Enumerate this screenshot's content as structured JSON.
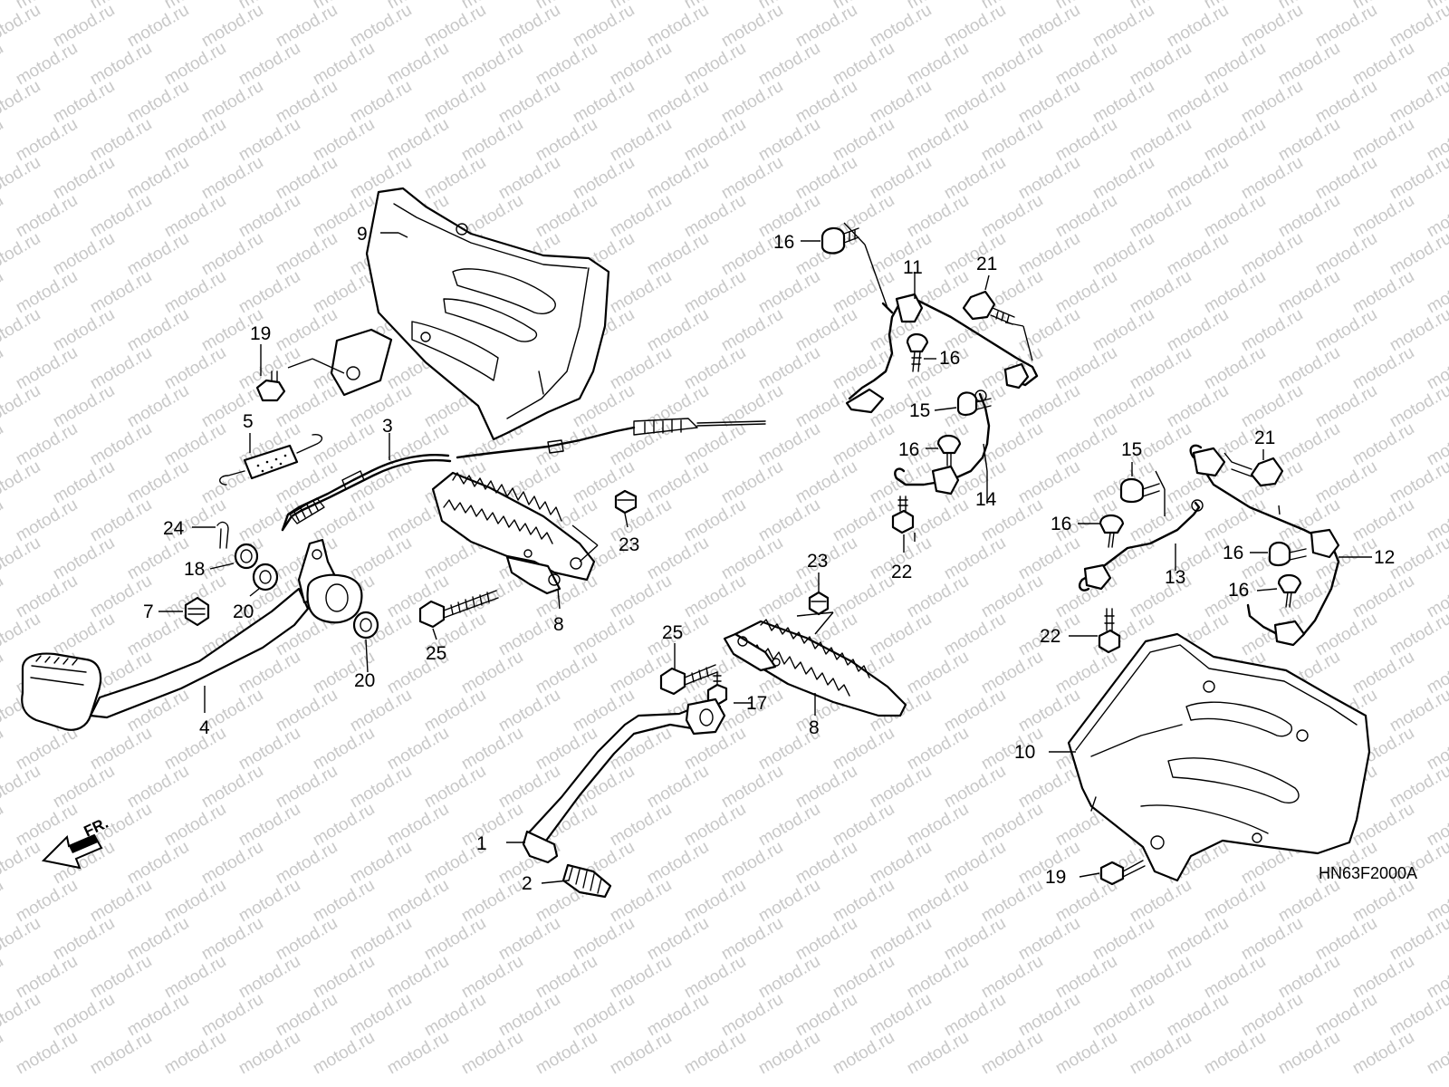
{
  "watermark": "motod.ru",
  "diagram_code": "HN63F2000A",
  "direction_label": "FR.",
  "callouts": {
    "c1": "1",
    "c2": "2",
    "c3": "3",
    "c4": "4",
    "c5": "5",
    "c7": "7",
    "c8a": "8",
    "c8b": "8",
    "c9": "9",
    "c10": "10",
    "c11": "11",
    "c12": "12",
    "c13": "13",
    "c14": "14",
    "c15a": "15",
    "c15b": "15",
    "c16a": "16",
    "c16b": "16",
    "c16c": "16",
    "c16d": "16",
    "c16e": "16",
    "c16f": "16",
    "c17": "17",
    "c18": "18",
    "c19a": "19",
    "c19b": "19",
    "c20a": "20",
    "c20b": "20",
    "c21a": "21",
    "c21b": "21",
    "c22a": "22",
    "c22b": "22",
    "c23a": "23",
    "c23b": "23",
    "c24": "24",
    "c25a": "25",
    "c25b": "25"
  }
}
